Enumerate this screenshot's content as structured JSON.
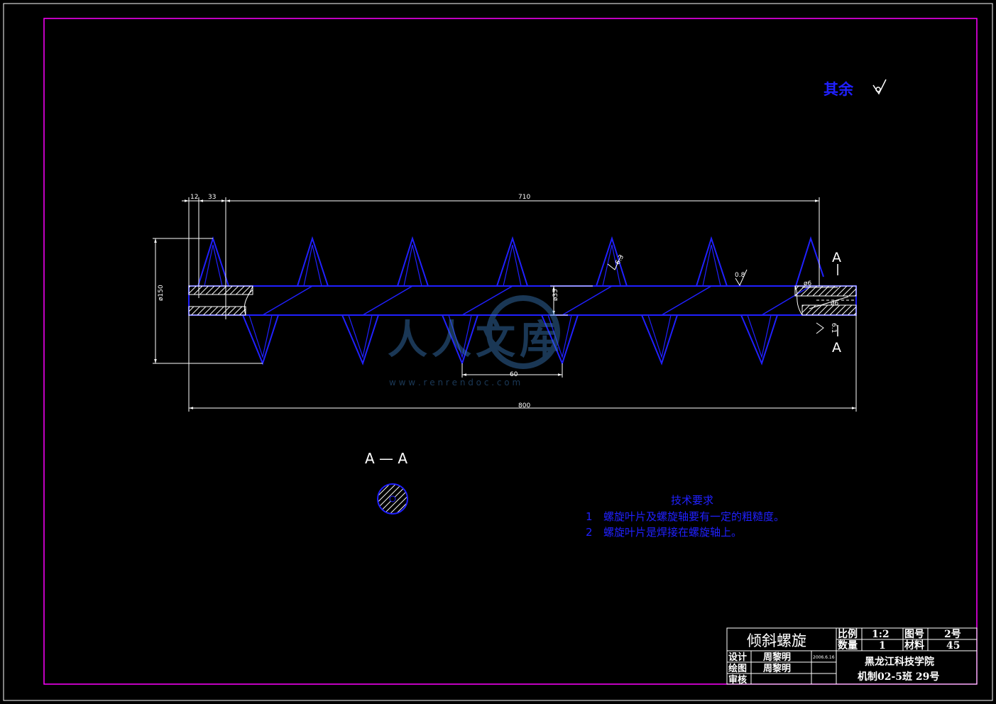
{
  "surface_mark": {
    "label": "其余",
    "symbol": "roughness-check-icon"
  },
  "dimensions": {
    "d12": "12",
    "d33": "33",
    "d710": "710",
    "d150": "ø150",
    "d35": "ø35",
    "d60": "60",
    "d800": "800",
    "d6a": "ø6",
    "d6b": "ø6",
    "r_flight": "6.3",
    "r_shaft": "0.8",
    "r_end": "6.1"
  },
  "section": {
    "mark_top": "A",
    "mark_bottom": "A",
    "title": "A — A"
  },
  "tech_requirements": {
    "title": "技术要求",
    "items": [
      {
        "num": "1",
        "text": "螺旋叶片及螺旋轴要有一定的粗糙度。"
      },
      {
        "num": "2",
        "text": "螺旋叶片是焊接在螺旋轴上。"
      }
    ]
  },
  "watermark": {
    "brand": "人人文库",
    "url": "w w w . r e n r e n d o c . c o m"
  },
  "title_block": {
    "part_name": "倾斜螺旋",
    "scale_label": "比例",
    "scale_value": "1:2",
    "drawing_no_label": "图号",
    "drawing_no_value": "2号",
    "qty_label": "数量",
    "qty_value": "1",
    "material_label": "材料",
    "material_value": "45",
    "design_label": "设计",
    "design_name": "周黎明",
    "design_date": "2006.6.16",
    "draw_label": "绘图",
    "draw_name": "周黎明",
    "check_label": "审核",
    "school": "黑龙江科技学院",
    "class_info": "机制02-5班   29号"
  },
  "colors": {
    "border": "#ff00ff",
    "geometry": "#2020ff",
    "dimension": "#ffffff",
    "text": "#0000ff"
  }
}
